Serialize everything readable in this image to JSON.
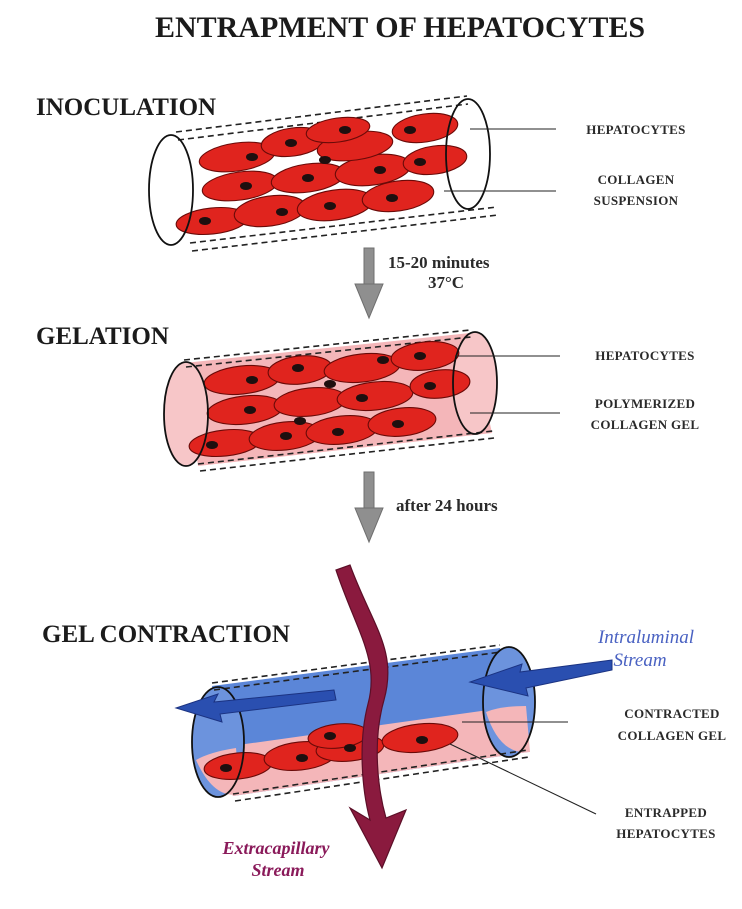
{
  "title": "ENTRAPMENT OF HEPATOCYTES",
  "stages": {
    "inoculation": {
      "name": "INOCULATION",
      "labels": [
        "HEPATOCYTES",
        "COLLAGEN",
        "SUSPENSION"
      ]
    },
    "gelation": {
      "name": "GELATION",
      "labels": [
        "HEPATOCYTES",
        "POLYMERIZED",
        "COLLAGEN GEL"
      ]
    },
    "contraction": {
      "name": "GEL CONTRACTION",
      "labels": [
        "CONTRACTED",
        "COLLAGEN GEL",
        "ENTRAPPED",
        "HEPATOCYTES"
      ]
    }
  },
  "steps": {
    "step1_line1": "15-20 minutes",
    "step1_line2": "37°C",
    "step2": "after 24 hours"
  },
  "streams": {
    "intraluminal_line1": "Intraluminal",
    "intraluminal_line2": "Stream",
    "extracapillary_line1": "Extracapillary",
    "extracapillary_line2": "Stream"
  },
  "colors": {
    "cell_red": "#e0241e",
    "gel_pink": "#f4b6b9",
    "intraluminal_blue": "#5b86d8",
    "stream_arrow_blue": "#2a4fb0",
    "extracapillary_purple": "#8a1a3e",
    "step_arrow_grey": "#8f8f8f"
  }
}
